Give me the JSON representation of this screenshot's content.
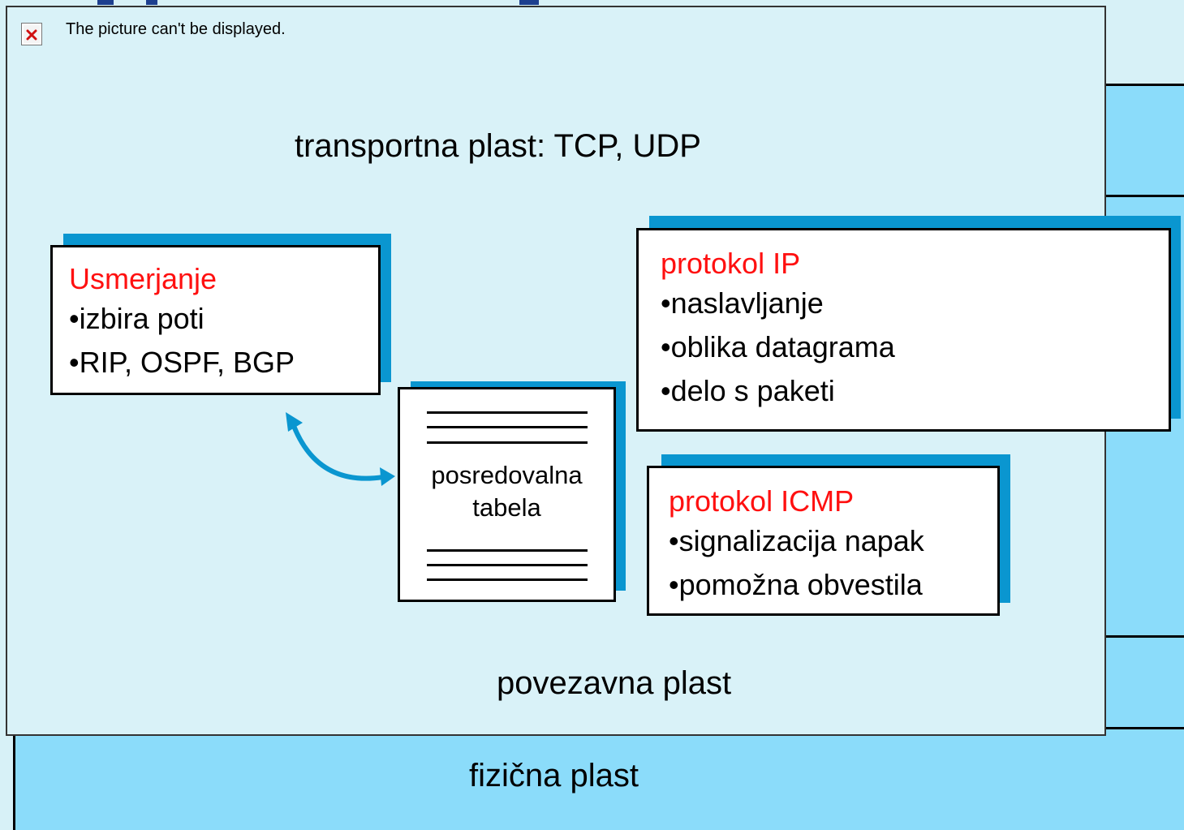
{
  "placeholder": {
    "message": "The picture can't be displayed."
  },
  "layers": {
    "transport": "transportna plast: TCP, UDP",
    "link": "povezavna plast",
    "physical": "fizična plast"
  },
  "routing_box": {
    "title": "Usmerjanje",
    "items": [
      "•izbira poti",
      "•RIP, OSPF, BGP"
    ]
  },
  "ip_box": {
    "title": "protokol IP",
    "items": [
      "•naslavljanje",
      "•oblika datagrama",
      "•delo s paketi"
    ]
  },
  "icmp_box": {
    "title": "protokol ICMP",
    "items": [
      "•signalizacija napak",
      "•pomožna obvestila"
    ]
  },
  "forwarding_table": {
    "line1": "posredovalna",
    "line2": "tabela"
  },
  "colors": {
    "layer_fill": "#8bdcfa",
    "box_shadow": "#0a96d0",
    "title_red": "#ff1010",
    "arrow_blue": "#0a96d0"
  }
}
